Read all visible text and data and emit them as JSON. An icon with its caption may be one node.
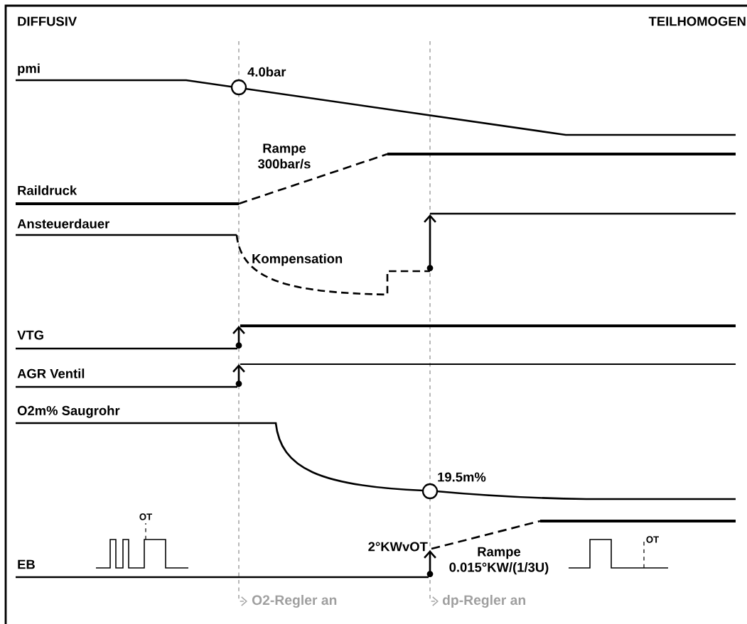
{
  "diagram": {
    "labels": [
      "DIFFUSIV",
      "TEILHOMOGEN",
      "pmi",
      "4.0bar",
      "Rampe 300bar/s",
      "Raildruck",
      "Ansteuerdauer",
      "Kompensation",
      "VTG",
      "AGR Ventil",
      "O2m% Saugrohr",
      "19.5m%",
      "OT",
      "2°KWvOT",
      "OT",
      "EB",
      "Rampe 0.015°KW/(1/3U)",
      "O2-Regler an",
      "dp-Regler an"
    ]
  }
}
